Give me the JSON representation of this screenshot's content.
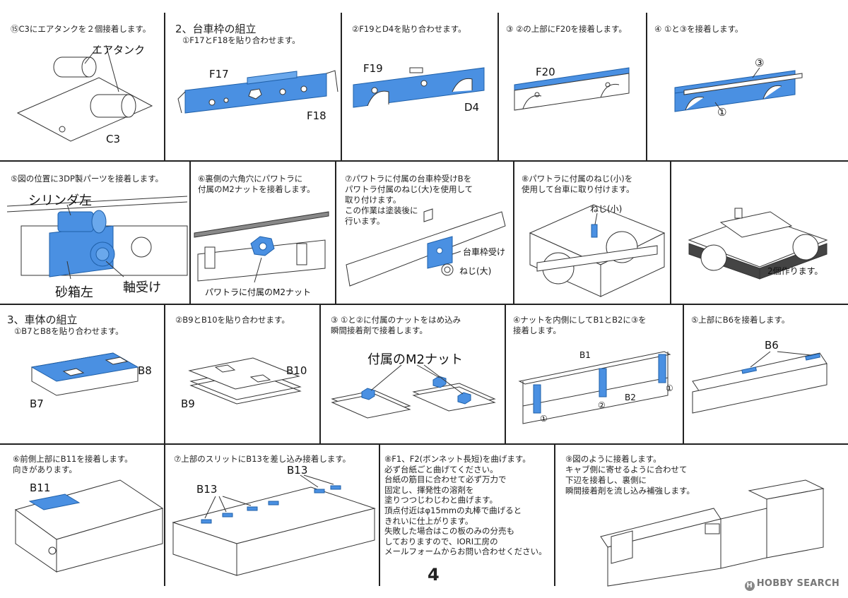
{
  "row1": {
    "c1": {
      "caption": "⑮C3にエアタンクを２個接着します。",
      "labels": [
        "エアタンク",
        "C3"
      ]
    },
    "c2": {
      "title": "2、台車枠の組立",
      "caption": "①F17とF18を貼り合わせます。",
      "labels": [
        "F17",
        "F18"
      ]
    },
    "c3": {
      "caption": "②F19とD4を貼り合わせます。",
      "labels": [
        "F19",
        "D4"
      ]
    },
    "c4": {
      "caption": "③ ②の上部にF20を接着します。",
      "labels": [
        "F20"
      ]
    },
    "c5": {
      "caption": "④ ①と③を接着します。",
      "labels": [
        "③",
        "①"
      ]
    }
  },
  "row2": {
    "c1": {
      "caption": "⑤図の位置に3DP製パーツを接着します。",
      "labels": [
        "シリンダ左",
        "砂箱左",
        "軸受け"
      ]
    },
    "c2": {
      "caption": "⑥裏側の六角穴にパワトラに\n付属のM2ナットを接着します。",
      "labels": [
        "パワトラに付属のM2ナット"
      ]
    },
    "c3": {
      "caption": "⑦パワトラに付属の台車枠受けBを\nパワトラ付属のねじ(大)を使用して\n取り付けます。\nこの作業は塗装後に\n行います。",
      "labels": [
        "台車枠受け",
        "ねじ(大)"
      ]
    },
    "c4": {
      "caption": "⑧パワトラに付属のねじ(小)を\n使用して台車に取り付けます。",
      "labels": [
        "ねじ(小)"
      ]
    },
    "c5": {
      "labels": [
        "2個作ります。"
      ]
    }
  },
  "row3": {
    "c1": {
      "title": "3、車体の組立",
      "caption": "①B7とB8を貼り合わせます。",
      "labels": [
        "B8",
        "B7"
      ]
    },
    "c2": {
      "caption": "②B9とB10を貼り合わせます。",
      "labels": [
        "B10",
        "B9"
      ]
    },
    "c3": {
      "caption": "③ ①と②に付属のナットをはめ込み\n瞬間接着剤で接着します。",
      "labels": [
        "付属のM2ナット"
      ]
    },
    "c4": {
      "caption": "④ナットを内側にしてB1とB2に③を\n接着します。",
      "labels": [
        "B1",
        "B2",
        "①",
        "②",
        "①"
      ]
    },
    "c5": {
      "caption": "⑤上部にB6を接着します。",
      "labels": [
        "B6"
      ]
    }
  },
  "row4": {
    "c1": {
      "caption": "⑥前側上部にB11を接着します。\n向きがあります。",
      "labels": [
        "B11"
      ]
    },
    "c2": {
      "caption": "⑦上部のスリットにB13を差し込み接着します。",
      "labels": [
        "B13",
        "B13"
      ]
    },
    "c3": {
      "caption": "⑧F1、F2(ボンネット長短)を曲げます。\n必ず台紙ごと曲げてください。\n台紙の筋目に合わせて必ず万力で\n固定し、揮発性の溶剤を\n塗りつつじわじわと曲げます。\n頂点付近はφ15mmの丸棒で曲げると\nきれいに仕上がります。\n失敗した場合はこの板のみの分売も\nしておりますので、IORI工房の\nメールフォームからお問い合わせください。"
    },
    "c4": {
      "caption": "⑨図のように接着します。\nキャブ側に寄せるように合わせて\n下辺を接着し、裏側に\n瞬間接着剤を流し込み補強します。"
    }
  },
  "page_number": "4",
  "watermark": "HOBBY SEARCH",
  "colors": {
    "part_blue": "#4a90e2",
    "line": "#222222"
  }
}
